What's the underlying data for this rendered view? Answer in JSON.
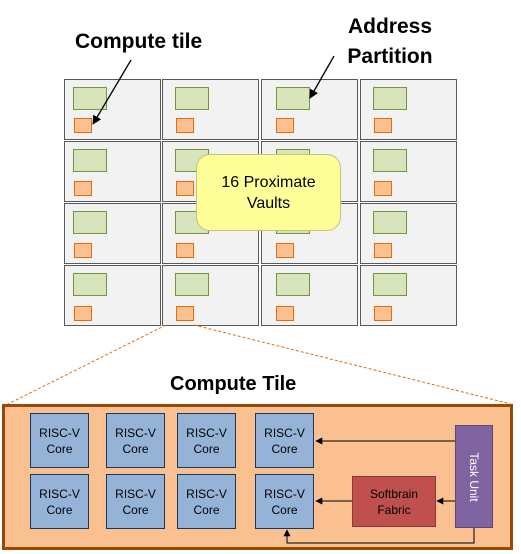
{
  "labels": {
    "compute_tile": "Compute tile",
    "address_partition_line1": "Address",
    "address_partition_line2": "Partition",
    "callout_line1": "16 Proximate",
    "callout_line2": "Vaults",
    "detail_title": "Compute Tile"
  },
  "grid": {
    "rows": 4,
    "cols": 4
  },
  "cores": [
    {
      "line1": "RISC-V",
      "line2": "Core"
    },
    {
      "line1": "RISC-V",
      "line2": "Core"
    },
    {
      "line1": "RISC-V",
      "line2": "Core"
    },
    {
      "line1": "RISC-V",
      "line2": "Core"
    },
    {
      "line1": "RISC-V",
      "line2": "Core"
    },
    {
      "line1": "RISC-V",
      "line2": "Core"
    },
    {
      "line1": "RISC-V",
      "line2": "Core"
    },
    {
      "line1": "RISC-V",
      "line2": "Core"
    }
  ],
  "softbrain": {
    "line1": "Softbrain",
    "line2": "Fabric"
  },
  "task_unit": "Task Unit",
  "colors": {
    "cell_fill": "#f2f2f2",
    "vault_fill": "#d8e4bc",
    "tile_fill": "#fac090",
    "callout_fill": "#ffff99",
    "core_fill": "#95b3d7",
    "softbrain_fill": "#c0504d",
    "task_unit_fill": "#8064a2"
  }
}
